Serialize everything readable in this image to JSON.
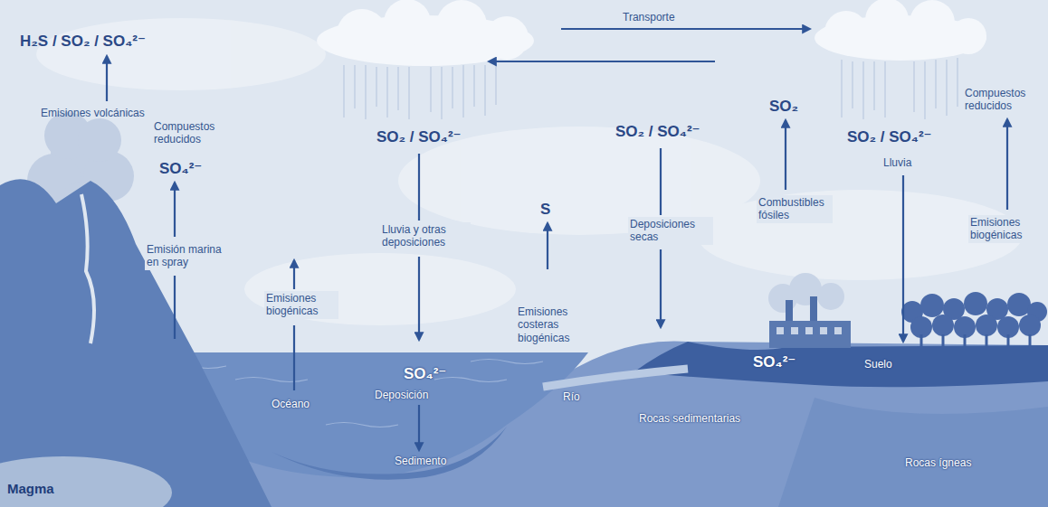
{
  "diagram": {
    "labels": [
      "H₂S / SO₂ / SO₄²⁻",
      "Emisiones volcánicas",
      "Compuestos reducidos",
      "SO₄²⁻",
      "Emisión marina en spray",
      "Emisiones biogénicas",
      "Océano",
      "SO₂ / SO₄²⁻",
      "Lluvia y otras deposiciones",
      "SO₄²⁻",
      "Deposición",
      "Sedimento",
      "S",
      "Emisiones costeras biogénicas",
      "Transporte",
      "SO₂ / SO₄²⁻",
      "Deposiciones secas",
      "Río",
      "SO₂",
      "Combustibles fósiles",
      "SO₂ / SO₄²⁻",
      "Lluvia",
      "Compuestos reducidos",
      "Emisiones biogénicas",
      "SO₄²⁻",
      "Suelo",
      "Rocas sedimentarias",
      "Rocas ígneas",
      "Magma"
    ]
  }
}
